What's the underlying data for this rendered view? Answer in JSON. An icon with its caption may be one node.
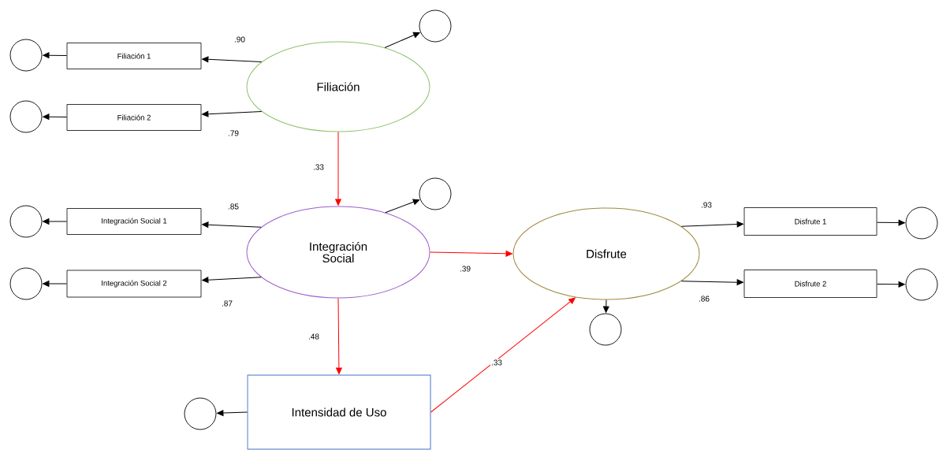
{
  "diagram": {
    "nodes": [
      {
        "text": [],
        "shape": "circle"
      },
      {
        "text": [],
        "shape": "circle"
      },
      {
        "text": [
          "Filiación 1"
        ]
      },
      {
        "text": [
          "Filiación"
        ]
      },
      {
        "text": [],
        "shape": "circle"
      },
      {
        "text": [
          "Filiación 2"
        ]
      },
      {
        "text": [],
        "shape": "circle"
      },
      {
        "text": [],
        "shape": "circle"
      },
      {
        "text": [
          "Integración Social 1"
        ]
      },
      {
        "text": [
          "Integración Social"
        ]
      },
      {
        "text": [
          "Disfrute"
        ]
      },
      {
        "text": [
          "Disfrute 1"
        ]
      },
      {
        "text": [],
        "shape": "circle"
      },
      {
        "text": [],
        "shape": "circle"
      },
      {
        "text": [
          "Integración Social 2"
        ]
      },
      {
        "text": [
          "Disfrute 2"
        ]
      },
      {
        "text": [],
        "shape": "circle"
      },
      {
        "text": [],
        "shape": "circle"
      },
      {
        "text": [],
        "shape": "circle"
      },
      {
        "text": [
          "Intensidad de Uso"
        ]
      }
    ],
    "edges": [
      {
        "from": 3,
        "to": 2,
        "arrow": "to",
        "label": ".90"
      },
      {
        "from": 3,
        "to": 5,
        "arrow": "to",
        "label": ".79"
      },
      {
        "from": 2,
        "to": 1,
        "arrow": "to"
      },
      {
        "from": 5,
        "to": 4,
        "arrow": "to"
      },
      {
        "from": 3,
        "to": 0,
        "arrow": "to"
      },
      {
        "from": 3,
        "to": 9,
        "arrow": "to",
        "label": ".33",
        "color": "#ff0000"
      },
      {
        "from": 9,
        "to": 8,
        "arrow": "to",
        "label": ".85"
      },
      {
        "from": 9,
        "to": 14,
        "arrow": "to",
        "label": ".87"
      },
      {
        "from": 8,
        "to": 7,
        "arrow": "to"
      },
      {
        "from": 14,
        "to": 13,
        "arrow": "to"
      },
      {
        "from": 9,
        "to": 6,
        "arrow": "to"
      },
      {
        "from": 9,
        "to": 10,
        "arrow": "to",
        "label": ".39",
        "color": "#ff0000"
      },
      {
        "from": 9,
        "to": 19,
        "arrow": "to",
        "label": ".48",
        "color": "#ff0000"
      },
      {
        "from": 19,
        "to": 10,
        "arrow": "to",
        "label": ".33",
        "color": "#ff0000"
      },
      {
        "from": 10,
        "to": 11,
        "arrow": "to",
        "label": ".93"
      },
      {
        "from": 10,
        "to": 15,
        "arrow": "to",
        "label": ".86"
      },
      {
        "from": 11,
        "to": 12,
        "arrow": "to"
      },
      {
        "from": 15,
        "to": 16,
        "arrow": "to"
      },
      {
        "from": 10,
        "to": 17,
        "arrow": "to"
      },
      {
        "from": 19,
        "to": 18,
        "arrow": "to"
      }
    ]
  }
}
